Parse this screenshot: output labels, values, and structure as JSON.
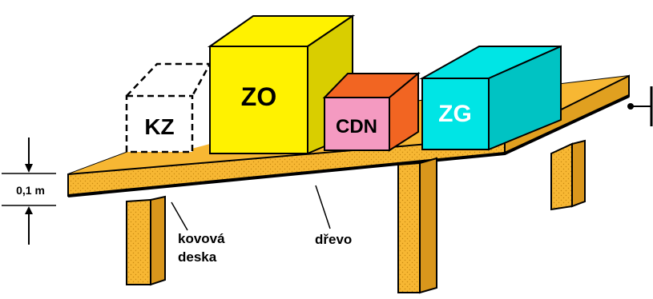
{
  "boxes": {
    "kz": {
      "label": "KZ",
      "color": "#ffffff"
    },
    "zo": {
      "label": "ZO",
      "color": "#fff200"
    },
    "cdn": {
      "label": "CDN",
      "color": "#f49ac1",
      "top_color": "#f26522"
    },
    "zg": {
      "label": "ZG",
      "color": "#00e5e5"
    }
  },
  "table": {
    "wood_color": "#f7b733"
  },
  "labels": {
    "height": "0,1 m",
    "metal_plate_line1": "kovová",
    "metal_plate_line2": "deska",
    "wood": "dřevo"
  }
}
